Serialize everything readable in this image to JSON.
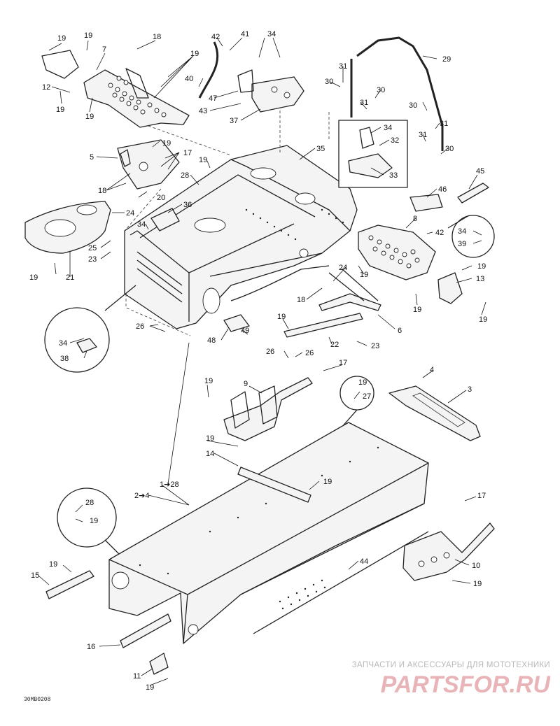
{
  "diagram": {
    "drawing_code": "30MB0208",
    "watermark": {
      "caption": "ЗАПЧАСТИ И АКСЕССУАРЫ ДЛЯ МОТОТЕХНИКИ",
      "logo": "PARTSFOR.RU",
      "logo_color": "#e8b4b8"
    },
    "callouts": {
      "c1": "19",
      "c2": "19",
      "c3": "18",
      "c4": "7",
      "c5": "12",
      "c6": "19",
      "c7": "19",
      "c8": "19",
      "c9": "42",
      "c10": "41",
      "c11": "40",
      "c12": "34",
      "c13": "47",
      "c14": "43",
      "c15": "37",
      "c16": "29",
      "c17": "31",
      "c18": "30",
      "c19": "30",
      "c20": "31",
      "c21": "30",
      "c22": "31",
      "c23": "31",
      "c24": "30",
      "c25": "34",
      "c26": "32",
      "c27": "33",
      "c28": "5",
      "c29": "19",
      "c30": "17",
      "c31": "19",
      "c32": "28",
      "c33": "35",
      "c34": "45",
      "c35": "46",
      "c36": "18",
      "c37": "20",
      "c38": "24",
      "c39": "36",
      "c40": "34",
      "c41": "25",
      "c42": "23",
      "c43": "8",
      "c44": "42",
      "c45": "34",
      "c46": "39",
      "c47": "19",
      "c48": "21",
      "c49": "24",
      "c50": "19",
      "c51": "19",
      "c52": "13",
      "c53": "18",
      "c54": "19",
      "c55": "19",
      "c56": "6",
      "c57": "34",
      "c58": "38",
      "c59": "26",
      "c60": "49",
      "c61": "48",
      "c62": "19",
      "c63": "22",
      "c64": "26",
      "c65": "26",
      "c66": "23",
      "c67": "17",
      "c68": "4",
      "c69": "19",
      "c70": "9",
      "c71": "19",
      "c72": "27",
      "c73": "3",
      "c74": "19",
      "c75": "14",
      "c76": "1➔28",
      "c77": "2➔4",
      "c78": "19",
      "c79": "28",
      "c80": "19",
      "c81": "17",
      "c82": "19",
      "c83": "15",
      "c84": "44",
      "c85": "10",
      "c86": "19",
      "c87": "16",
      "c88": "11",
      "c89": "19"
    }
  }
}
